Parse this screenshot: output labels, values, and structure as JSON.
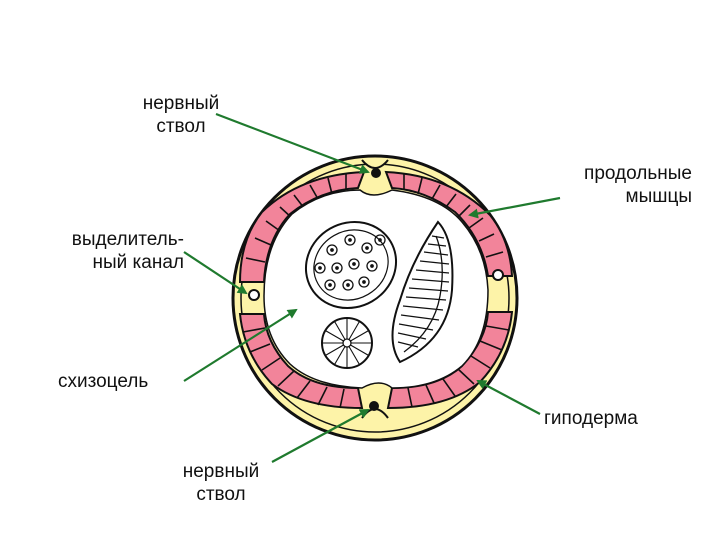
{
  "labels": {
    "nerve_trunk_top": "нервный\nствол",
    "longitudinal_muscles": "продольные\nмышцы",
    "excretory_canal": "выделитель-\nный канал",
    "schizocoel": "схизоцель",
    "hypodermis": "гиподерма",
    "nerve_trunk_bottom": "нервный\nствол"
  },
  "colors": {
    "hypodermis": "#fdf3a8",
    "muscle": "#f2849a",
    "outline": "#111111",
    "arrow": "#1f7a2e"
  }
}
